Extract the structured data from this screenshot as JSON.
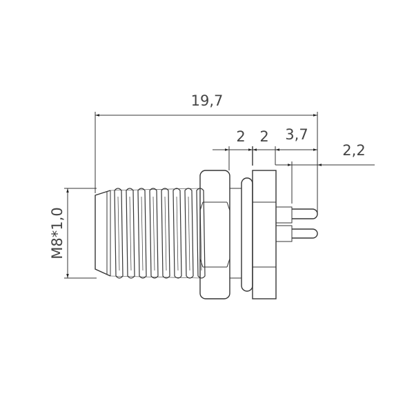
{
  "drawing": {
    "line_color": "#333333",
    "dimensions": {
      "overall_length": "19,7",
      "nut_width": "2",
      "flange_width": "2",
      "pin_length": "3,7",
      "pin_tip": "2,2",
      "thread": "M8*1,0"
    }
  }
}
